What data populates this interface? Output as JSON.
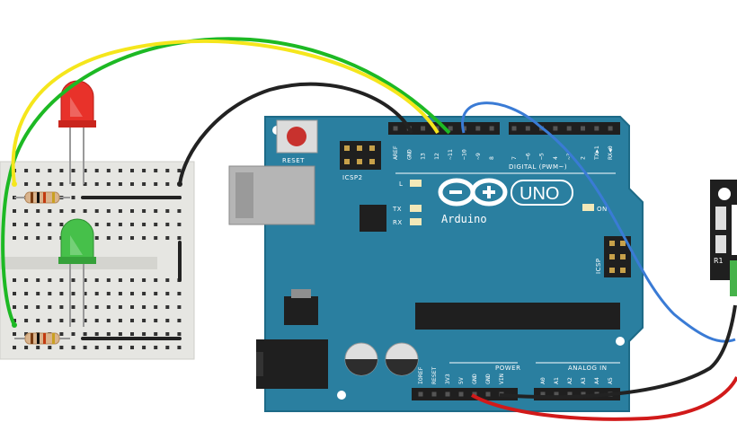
{
  "board": {
    "brand": "Arduino",
    "model": "UNO",
    "reset_label": "RESET",
    "icsp2_label": "ICSP2",
    "icsp_label": "ICSP",
    "digital_label": "DIGITAL (PWM~)",
    "power_label": "POWER",
    "analog_label": "ANALOG IN",
    "led_l_label": "L",
    "led_tx_label": "TX",
    "led_rx_label": "RX",
    "led_on_label": "ON",
    "top_pins": [
      "AREF",
      "GND",
      "13",
      "12",
      "~11",
      "~10",
      "~9",
      "8",
      "7",
      "~6",
      "~5",
      "4",
      "~3",
      "2",
      "TX▶1",
      "RX◀0"
    ],
    "power_pins": [
      "IOREF",
      "RESET",
      "3V3",
      "5V",
      "GND",
      "GND",
      "VIN"
    ],
    "analog_pins": [
      "A0",
      "A1",
      "A2",
      "A3",
      "A4",
      "A5"
    ]
  },
  "module": {
    "label": "R1"
  },
  "colors": {
    "board": "#2a7fa0",
    "board_dark": "#1d6a87",
    "wire_green": "#1db924",
    "wire_yellow": "#f5e61c",
    "wire_black": "#222222",
    "wire_blue": "#3a7bd5",
    "wire_red": "#d11a1a",
    "led_red": "#e8322a",
    "led_green": "#46c04a",
    "breadboard": "#e6e6e2"
  }
}
